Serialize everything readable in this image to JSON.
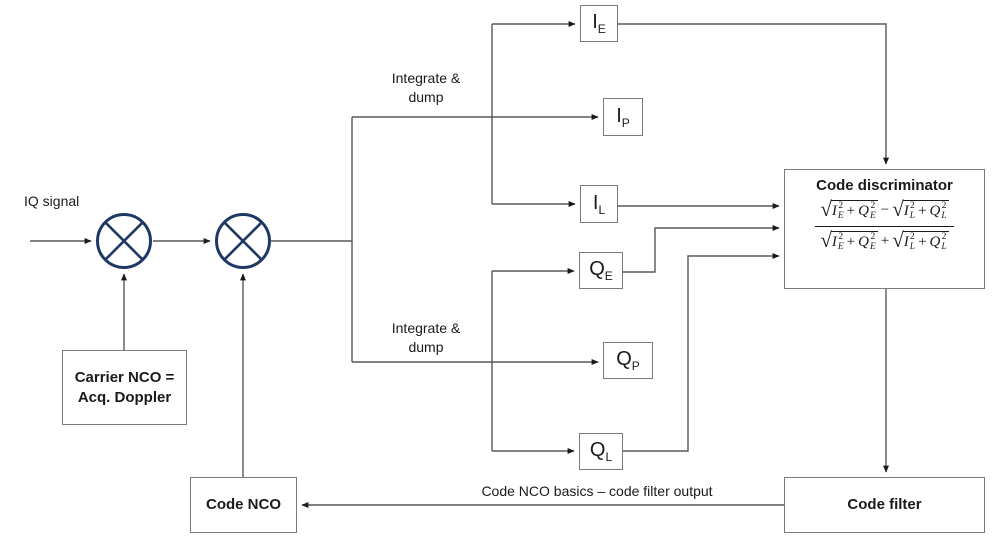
{
  "labels": {
    "iq_signal": "IQ signal",
    "integrate_dump_upper": {
      "line1": "Integrate &",
      "line2": "dump"
    },
    "integrate_dump_lower": {
      "line1": "Integrate &",
      "line2": "dump"
    },
    "feedback": "Code NCO basics – code filter output"
  },
  "boxes": {
    "carrier_nco": {
      "line1": "Carrier NCO =",
      "line2": "Acq. Doppler"
    },
    "code_nco": {
      "label": "Code NCO"
    },
    "code_filter": {
      "label": "Code filter"
    },
    "code_discriminator": {
      "title": "Code discriminator"
    },
    "correlators": [
      {
        "base": "I",
        "sub": "E"
      },
      {
        "base": "I",
        "sub": "P"
      },
      {
        "base": "I",
        "sub": "L"
      },
      {
        "base": "Q",
        "sub": "E"
      },
      {
        "base": "Q",
        "sub": "P"
      },
      {
        "base": "Q",
        "sub": "L"
      }
    ]
  },
  "formula": {
    "numerator": [
      {
        "sqrt": [
          {
            "base": "I",
            "sub": "E",
            "sup": "2"
          },
          {
            "op": "+"
          },
          {
            "base": "Q",
            "sub": "E",
            "sup": "2"
          }
        ]
      },
      {
        "op": "−"
      },
      {
        "sqrt": [
          {
            "base": "I",
            "sub": "L",
            "sup": "2"
          },
          {
            "op": "+"
          },
          {
            "base": "Q",
            "sub": "L",
            "sup": "2"
          }
        ]
      }
    ],
    "denominator": [
      {
        "sqrt": [
          {
            "base": "I",
            "sub": "E",
            "sup": "2"
          },
          {
            "op": "+"
          },
          {
            "base": "Q",
            "sub": "E",
            "sup": "2"
          }
        ]
      },
      {
        "op": "+"
      },
      {
        "sqrt": [
          {
            "base": "I",
            "sub": "L",
            "sup": "2"
          },
          {
            "op": "+"
          },
          {
            "base": "Q",
            "sub": "L",
            "sup": "2"
          }
        ]
      }
    ]
  },
  "icons": {
    "multiplier_1": "multiply-in-circle",
    "multiplier_2": "multiply-in-circle"
  },
  "colors": {
    "multiplier_stroke": "#1f3864",
    "wire": "#595959",
    "box_border": "#7a7a7a",
    "arrowhead": "#1a1a1a",
    "text": "#1a1a1a"
  }
}
